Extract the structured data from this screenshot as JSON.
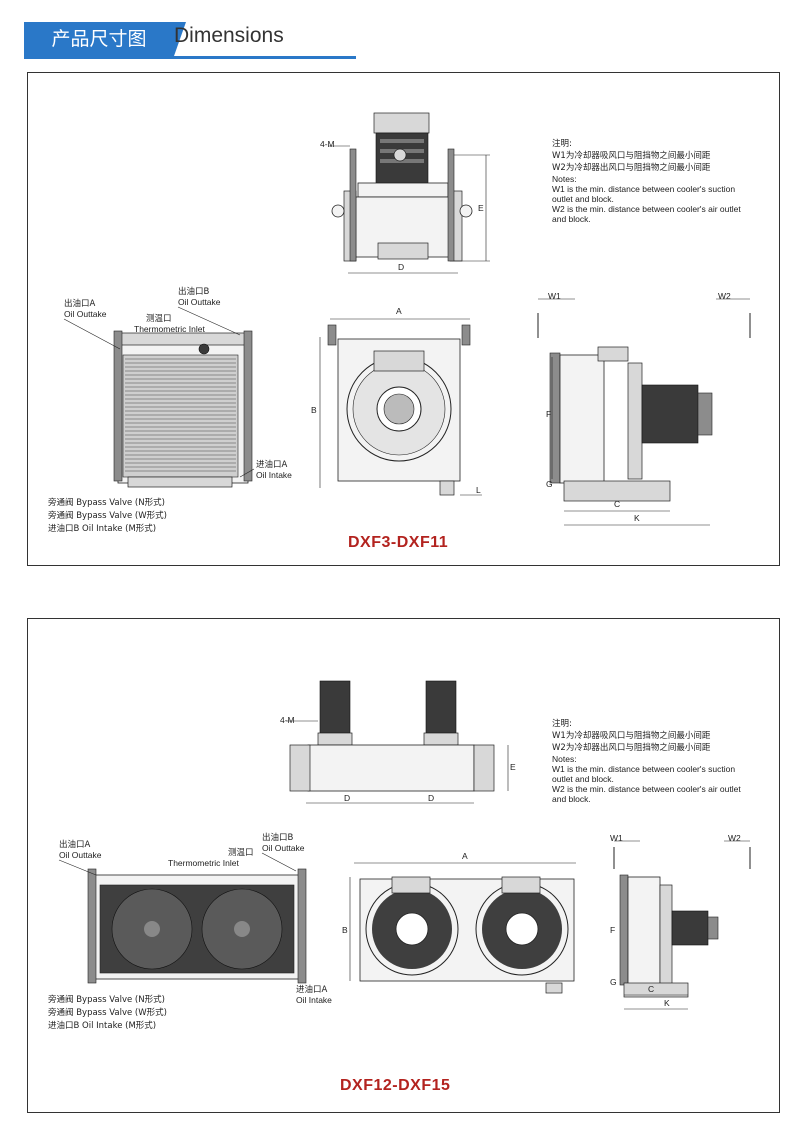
{
  "header": {
    "cn": "产品尺寸图",
    "en": "Dimensions"
  },
  "notes": {
    "title": "注明:",
    "w1_cn": "W1为冷却器吸风口与阻挡物之间最小间距",
    "w2_cn": "W2为冷却器出风口与阻挡物之间最小间距",
    "notes_label": "Notes:",
    "w1_en_1": "W1 is the min. distance between cooler's suction",
    "w1_en_2": "outlet and block.",
    "w2_en_1": "W2 is the min. distance between cooler's air outlet",
    "w2_en_2": "and block."
  },
  "labels": {
    "oil_out_a_cn": "出油口A",
    "oil_out_a_en": "Oil Outtake",
    "oil_out_b_cn": "出油口B",
    "oil_out_b_en": "Oil Outtake",
    "thermo_cn": "测温口",
    "thermo_en": "Thermometric Inlet",
    "oil_in_a_cn": "进油口A",
    "oil_in_a_en": "Oil Intake",
    "bypass_n": "旁通阀  Bypass Valve (N形式)",
    "bypass_w": "旁通阀  Bypass Valve (W形式)",
    "oil_in_b": "进油口B  Oil Intake (M形式)"
  },
  "dims": {
    "m": "4-M",
    "d": "D",
    "e": "E",
    "a": "A",
    "b": "B",
    "l": "L",
    "w1": "W1",
    "w2": "W2",
    "f": "F",
    "g": "G",
    "c": "C",
    "k": "K"
  },
  "models": {
    "first": "DXF3-DXF11",
    "second": "DXF12-DXF15"
  },
  "colors": {
    "accent": "#2a78c8",
    "model_text": "#b3231f"
  }
}
